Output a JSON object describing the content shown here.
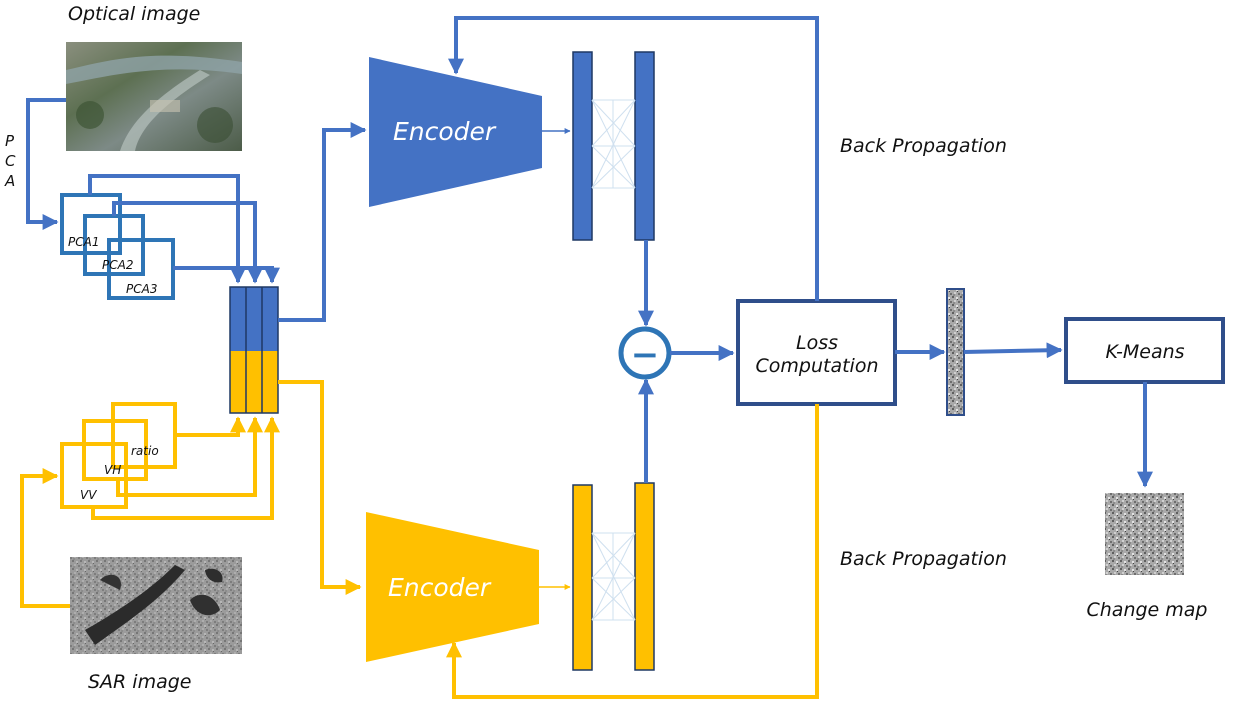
{
  "labels": {
    "optical_image": "Optical image",
    "sar_image": "SAR image",
    "pca_letters": [
      "P",
      "C",
      "A"
    ],
    "pca1": "PCA1",
    "pca2": "PCA2",
    "pca3": "PCA3",
    "vv": "VV",
    "vh": "VH",
    "ratio": "ratio",
    "encoder_top": "Encoder",
    "encoder_bottom": "Encoder",
    "back_propagation_top": "Back Propagation",
    "back_propagation_bottom": "Back Propagation",
    "loss_line1": "Loss",
    "loss_line2": "Computation",
    "subtract_symbol": "−",
    "kmeans": "K-Means",
    "change_map": "Change map"
  },
  "colors": {
    "blue": "#4472C4",
    "blue_dark": "#2E75B6",
    "yellow": "#FFC000",
    "navy": "#2F4E8A",
    "text": "#111111"
  }
}
